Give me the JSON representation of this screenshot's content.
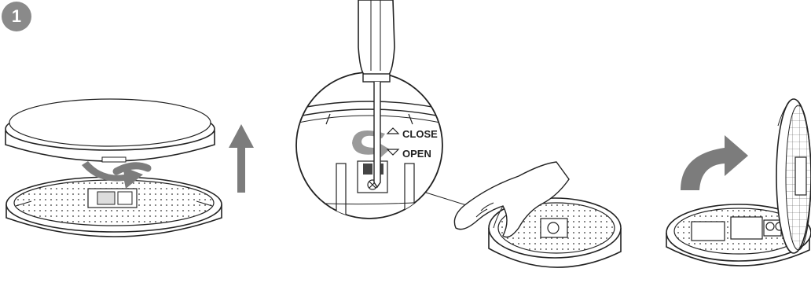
{
  "step": {
    "number": "1"
  },
  "labels": {
    "close": "CLOSE",
    "open": "OPEN"
  },
  "icons": [
    "rotate-arrow-icon",
    "up-arrow-icon",
    "screwdriver-icon",
    "curved-arrow-icon"
  ],
  "colors": {
    "arrow": "#7c7c7c",
    "line": "#222222",
    "badge": "#8a8a8a"
  }
}
